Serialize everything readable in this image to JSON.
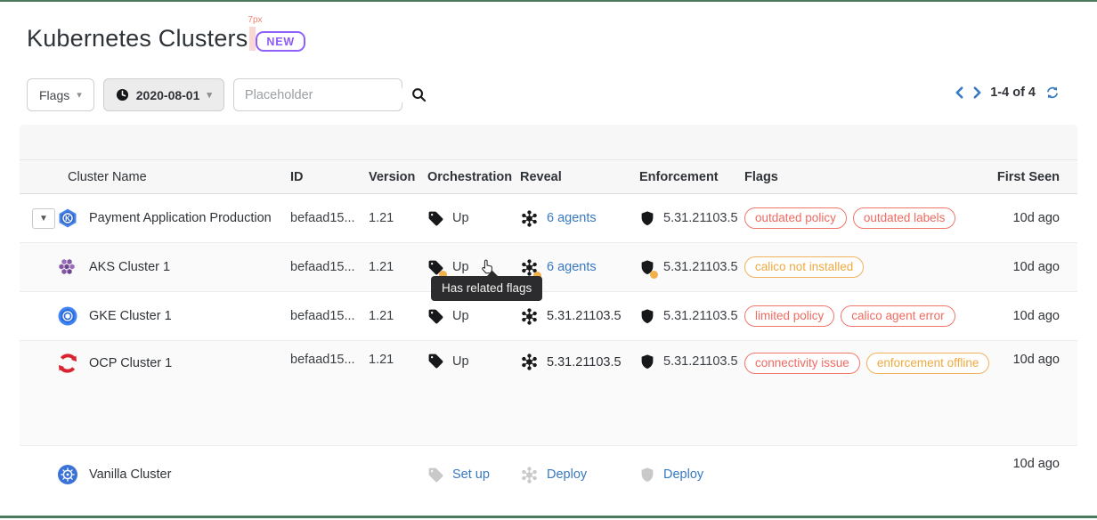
{
  "page": {
    "title": "Kubernetes Clusters",
    "badge": "NEW",
    "spacing_annotation": "7px"
  },
  "toolbar": {
    "flags_filter_label": "Flags",
    "date_filter_value": "2020-08-01",
    "search_placeholder": "Placeholder"
  },
  "pagination": {
    "range_text": "1-4 of 4"
  },
  "tooltip": {
    "text": "Has related flags"
  },
  "table": {
    "columns": [
      "Cluster Name",
      "ID",
      "Version",
      "Orchestration",
      "Reveal",
      "Enforcement",
      "Flags",
      "First Seen"
    ],
    "rows": [
      {
        "name": "Payment Application Production",
        "icon": "kubernetes-engine-icon",
        "id": "befaad15...",
        "version": "1.21",
        "orchestration": "Up",
        "reveal": "6 agents",
        "enforcement": "5.31.21103.5",
        "flags": [
          {
            "label": "outdated policy",
            "severity": "red"
          },
          {
            "label": "outdated labels",
            "severity": "red"
          }
        ],
        "first_seen": "10d ago"
      },
      {
        "name": "AKS Cluster 1",
        "icon": "aks-icon",
        "id": "befaad15...",
        "version": "1.21",
        "orchestration": "Up",
        "reveal": "6 agents",
        "enforcement": "5.31.21103.5",
        "flags": [
          {
            "label": "calico not installed",
            "severity": "orange"
          }
        ],
        "first_seen": "10d ago"
      },
      {
        "name": "GKE Cluster 1",
        "icon": "gke-icon",
        "id": "befaad15...",
        "version": "1.21",
        "orchestration": "Up",
        "reveal": "5.31.21103.5",
        "enforcement": "5.31.21103.5",
        "flags": [
          {
            "label": "limited policy",
            "severity": "red"
          },
          {
            "label": "calico agent error",
            "severity": "red"
          }
        ],
        "first_seen": "10d ago"
      },
      {
        "name": "OCP Cluster 1",
        "icon": "openshift-icon",
        "id": "befaad15...",
        "version": "1.21",
        "orchestration": "Up",
        "reveal": "5.31.21103.5",
        "enforcement": "5.31.21103.5",
        "flags": [
          {
            "label": "connectivity issue",
            "severity": "red"
          },
          {
            "label": "enforcement offline",
            "severity": "orange"
          }
        ],
        "first_seen": "10d ago"
      },
      {
        "name": "Vanilla Cluster",
        "icon": "kubernetes-icon",
        "id": "",
        "version": "",
        "orchestration": "Set up",
        "reveal": "Deploy",
        "enforcement": "Deploy",
        "flags": [],
        "first_seen": "10d ago"
      }
    ]
  },
  "colors": {
    "accent_blue": "#3779c2",
    "flag_red": "#ef6a60",
    "flag_orange": "#efa93f",
    "warning_dot": "#f2b04b",
    "badge_purple": "#8b5cf6",
    "edge_green": "#4d7a5e"
  }
}
